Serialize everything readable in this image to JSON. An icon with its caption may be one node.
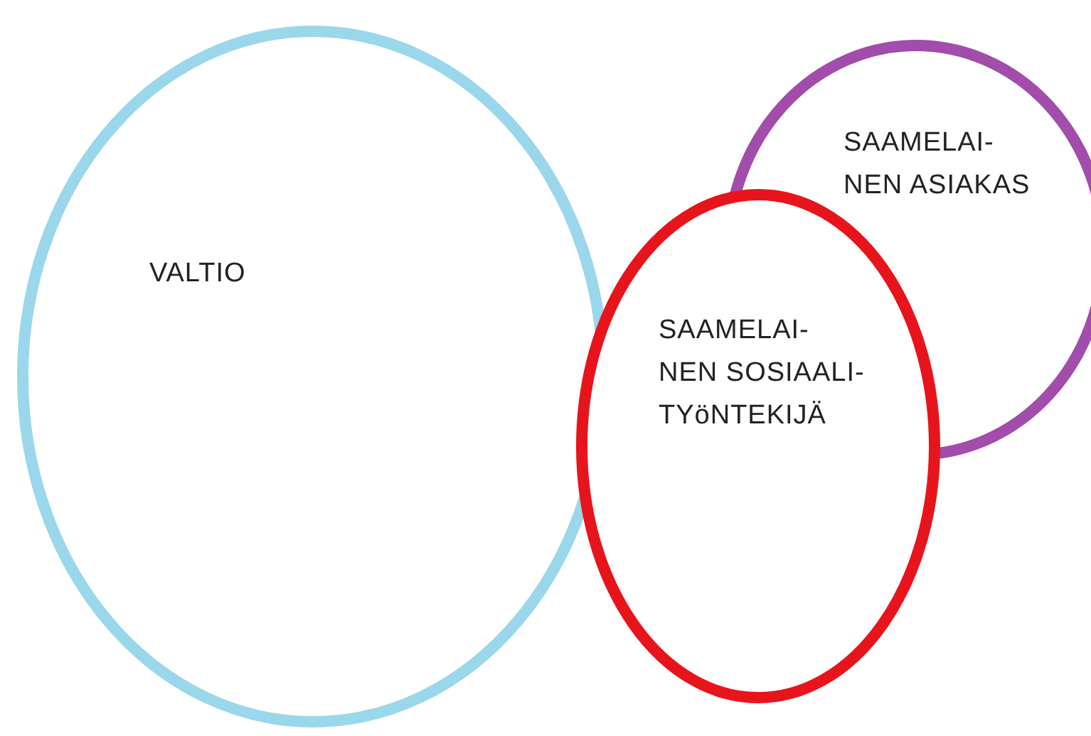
{
  "diagram": {
    "nodes": [
      {
        "text": [
          "VALTIO"
        ]
      },
      {
        "text": [
          "SAAMELAI- NEN ASIAKAS"
        ]
      },
      {
        "text": [
          "SAAMELAI- NEN SOSIAALI- TYöNTEKIJÄ"
        ]
      }
    ]
  }
}
